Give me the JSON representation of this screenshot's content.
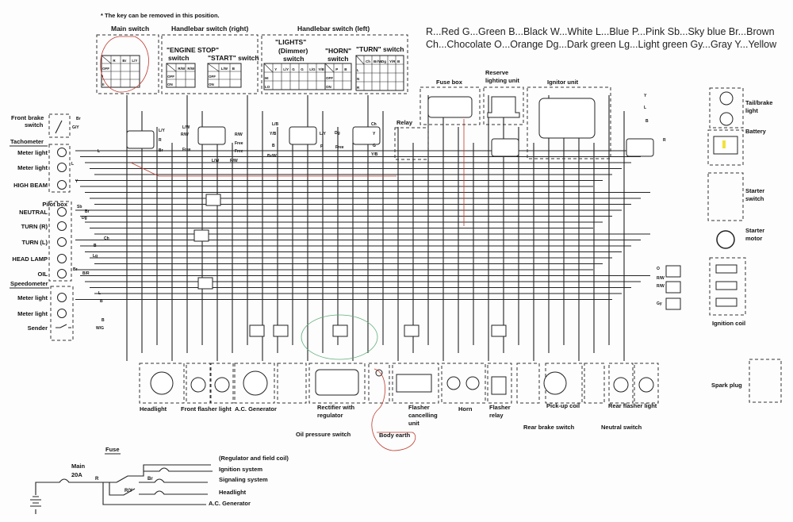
{
  "note": "* The key can be removed in this position.",
  "switch_headers": {
    "main": "Main switch",
    "right": "Handlebar switch (right)",
    "left": "Handlebar switch (left)",
    "engine_stop": [
      "\"ENGINE STOP\"",
      "switch"
    ],
    "start": "\"START\" switch",
    "lights": [
      "\"LIGHTS\"",
      "(Dimmer)",
      "switch"
    ],
    "horn": [
      "\"HORN\"",
      "switch"
    ],
    "turn": "\"TURN\" switch"
  },
  "switch_tables": {
    "main": {
      "cols": [
        "R",
        "Br",
        "L/Y"
      ],
      "rows": [
        "OFF",
        "I",
        "II"
      ]
    },
    "engine_stop": {
      "cols": [
        "R/W",
        "R/W"
      ],
      "rows": [
        "OFF",
        "ON"
      ]
    },
    "start": {
      "cols": [
        "L/W",
        "B"
      ],
      "rows": [
        "OFF",
        "ON"
      ]
    },
    "lights": {
      "cols": [
        "Y",
        "L/Y",
        "G",
        "G",
        "L/G",
        "Y/B"
      ],
      "rows": [
        "HI",
        "LO"
      ]
    },
    "horn": {
      "cols": [
        "P",
        "B"
      ],
      "rows": [
        "OFF",
        "ON"
      ]
    },
    "turn": {
      "cols": [
        "Ch",
        "Br/W",
        "Dg",
        "Y/R",
        "B"
      ],
      "rows": [
        "L",
        "N",
        "R"
      ]
    }
  },
  "color_legend": [
    "R...Red   G...Green   B...Black   W...White   L...Blue   P...Pink   Sb...Sky blue   Br...Brown",
    "Ch...Chocolate   O...Orange   Dg...Dark green   Lg...Light green   Gy...Gray   Y...Yellow"
  ],
  "left_components": {
    "front_brake": [
      "Front brake",
      "switch"
    ],
    "tachometer": "Tachometer",
    "tach_items": [
      "Meter light",
      "Meter light",
      "HIGH BEAM"
    ],
    "pilot_box": "Pilot box",
    "pilot_items": [
      "NEUTRAL",
      "TURN (R)",
      "TURN (L)",
      "HEAD LAMP",
      "OIL"
    ],
    "speedometer": "Speedometer",
    "speedo_items": [
      "Meter light",
      "Meter light",
      "Sender"
    ]
  },
  "top_components": {
    "fuse_box": "Fuse box",
    "reserve": [
      "Reserve",
      "lighting unit"
    ],
    "ignitor": "Ignitor unit",
    "relay": "Relay"
  },
  "right_components": {
    "tail": [
      "Tail/brake",
      "light"
    ],
    "battery": "Battery",
    "starter_switch": [
      "Starter",
      "switch"
    ],
    "starter_motor": [
      "Starter",
      "motor"
    ],
    "ignition_coil": "Ignition coil",
    "spark_plug": "Spark plug"
  },
  "bottom_components": {
    "headlight": "Headlight",
    "front_flasher": "Front flasher light",
    "ac_generator": "A.C. Generator",
    "rectifier": [
      "Rectifier with",
      "regulator"
    ],
    "flasher_cancel": [
      "Flasher",
      "cancelling",
      "unit"
    ],
    "horn": "Horn",
    "flasher_relay": [
      "Flasher",
      "relay"
    ],
    "pickup": "Pick-up coil",
    "rear_flasher": "Rear flasher light",
    "oil_pressure": "Oil pressure switch",
    "body_earth": "Body earth",
    "rear_brake": "Rear brake switch",
    "neutral": "Neutral switch"
  },
  "wire_tags": {
    "front_brake": [
      "Br",
      "G/Y"
    ],
    "tach": [
      "L",
      "L",
      "Y"
    ],
    "pilot": [
      "Sb",
      "Br",
      "Dg",
      "Ch",
      "B",
      "Lg",
      "Br",
      "B/R"
    ],
    "speedo": [
      "L",
      "B",
      "B",
      "W/G"
    ],
    "main_conn": [
      "L/Y",
      "R",
      "Br"
    ],
    "right_conn": [
      "L/W",
      "R/W",
      "R/W",
      "Free",
      "Free",
      "Free",
      "L/W",
      "R/W"
    ],
    "left_conn": [
      "L/B",
      "Y/B",
      "B",
      "Br/W",
      "L/Y",
      "P",
      "Dg",
      "Ch",
      "Y",
      "G",
      "Y/B",
      "Free"
    ],
    "tail": [
      "Y",
      "L",
      "B",
      "R"
    ],
    "coil": [
      "O",
      "R/W",
      "R/W",
      "Gy"
    ]
  },
  "fuse_diagram": {
    "title": "Fuse",
    "main": [
      "Main",
      "20A"
    ],
    "wires": [
      "R",
      "Br",
      "R/Y"
    ],
    "outputs": [
      "(Regulator and field coil)",
      "Ignition system",
      "Signaling system",
      "Headlight",
      "A.C. Generator"
    ]
  },
  "annotation_colors": {
    "red_marker": "#c0392b",
    "green_marker": "#5fae7a",
    "yellow_marker": "#f2e23a"
  }
}
